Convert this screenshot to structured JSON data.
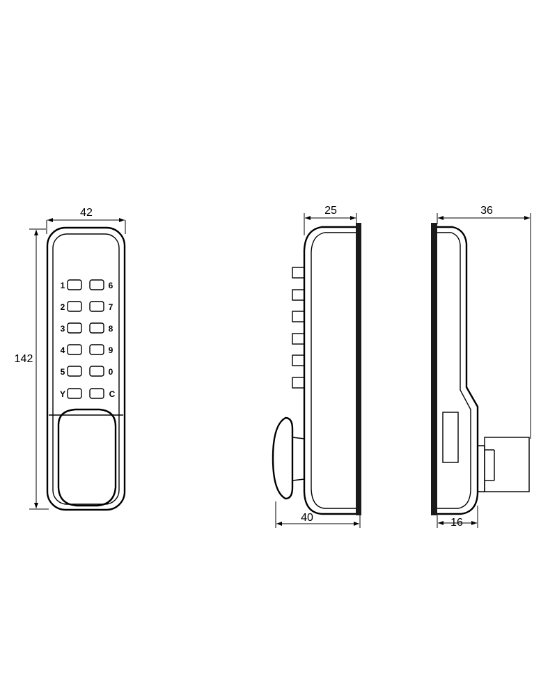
{
  "colors": {
    "line": "#000000",
    "background": "#ffffff",
    "wall": "#1a1a1a"
  },
  "front_view": {
    "width_label": "42",
    "height_label": "142",
    "keys_left": [
      "1",
      "2",
      "3",
      "4",
      "5",
      "Y"
    ],
    "keys_right": [
      "6",
      "7",
      "8",
      "9",
      "0",
      "C"
    ]
  },
  "side_view": {
    "top_label": "25",
    "bottom_label": "40"
  },
  "rear_view": {
    "top_label": "36",
    "bottom_label": "16"
  }
}
